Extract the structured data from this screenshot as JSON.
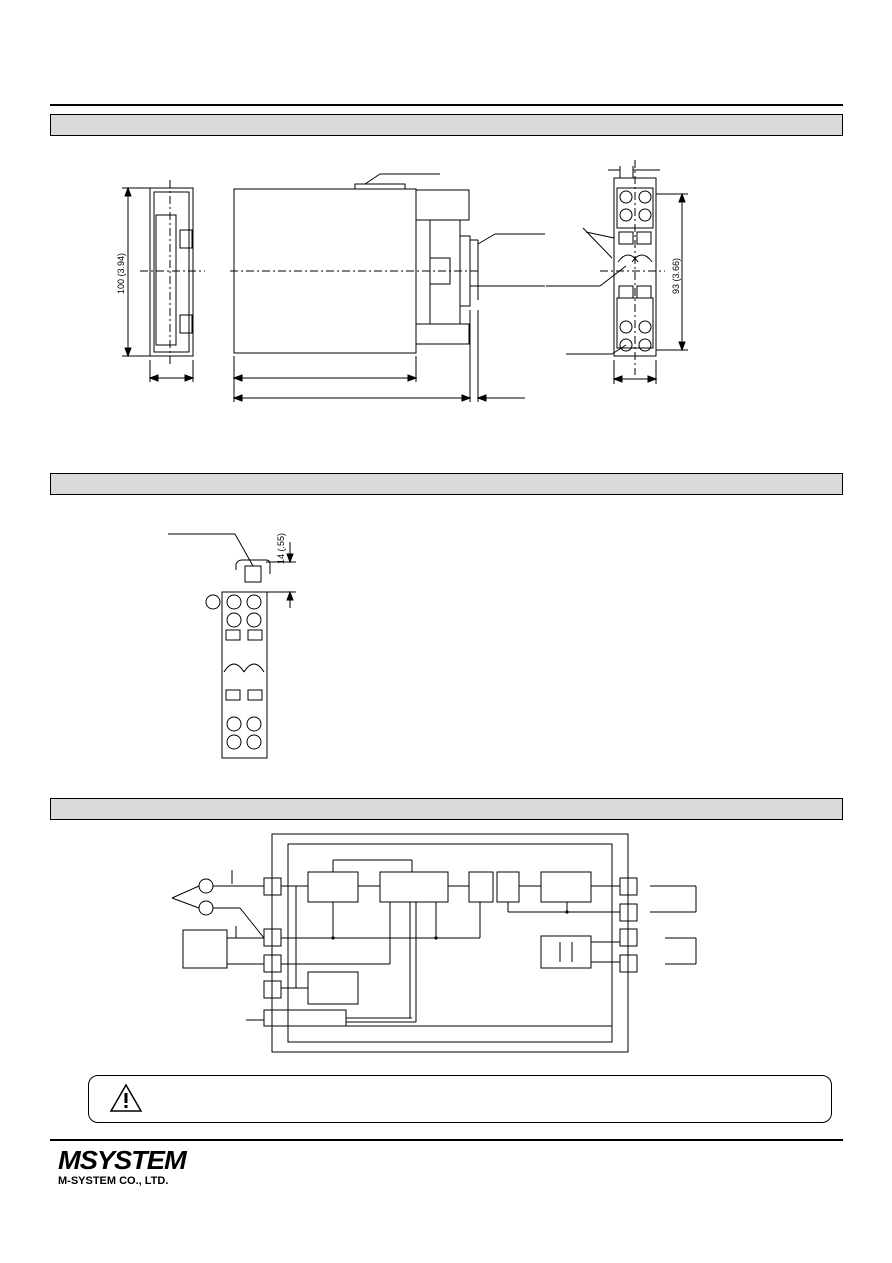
{
  "dimensions": {
    "height_label": "100 (3.94)",
    "side_height_label": "93 (3.66)",
    "clearance_label": "14 (.55)"
  },
  "brand": {
    "logo_text": "MSYSTEM",
    "company_name": "M-SYSTEM CO., LTD."
  },
  "colors": {
    "section_bar": "#d9d9d9",
    "line": "#000000"
  }
}
